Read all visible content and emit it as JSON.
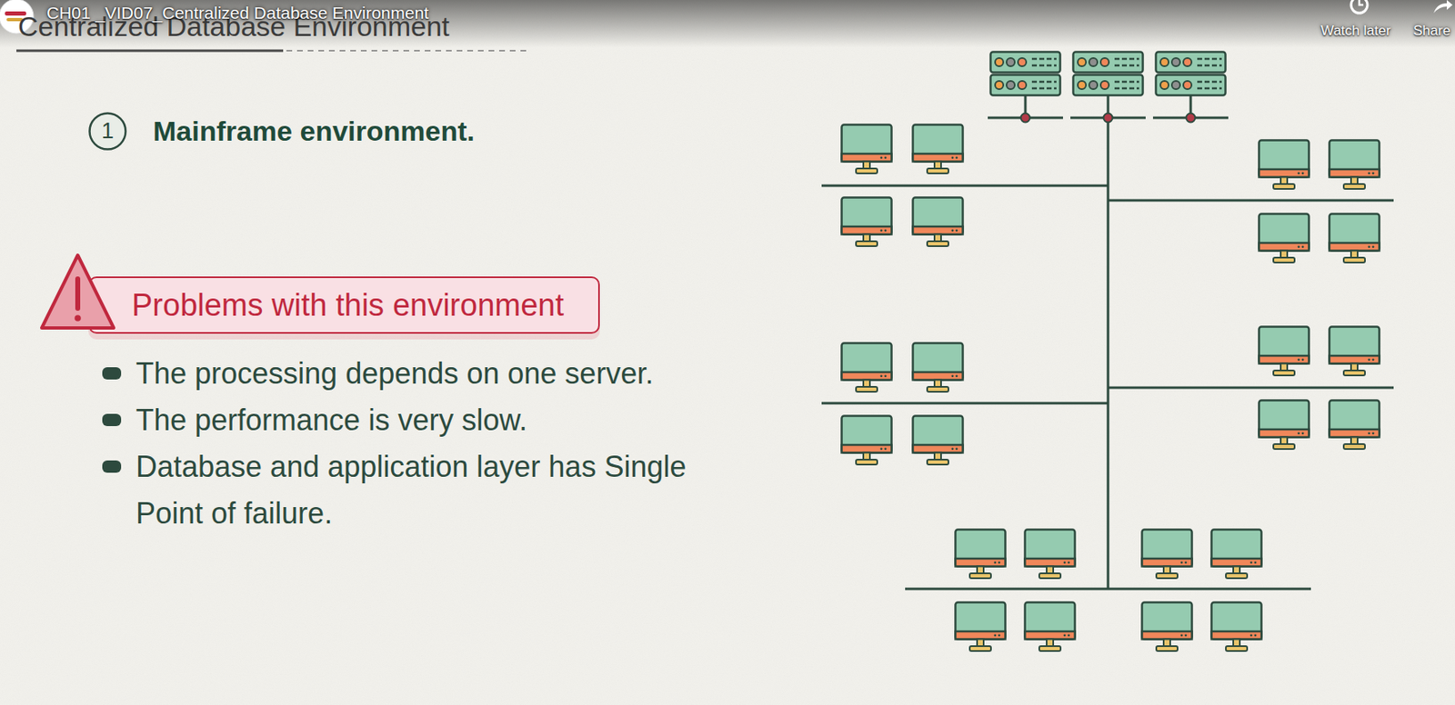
{
  "diagram": {
    "title": "Centralized Database Environment",
    "nodes": [
      {
        "text": [
          "1"
        ]
      },
      {
        "text": [
          "Problems with this environment"
        ]
      }
    ],
    "labels": [
      "CH01 _VID07_Centralized Database Environment",
      "Watch later",
      "Share",
      "Mainframe environment.",
      "The processing depends on one server.",
      "The performance is very slow.",
      "Database and application layer has Single Point of failure."
    ]
  }
}
